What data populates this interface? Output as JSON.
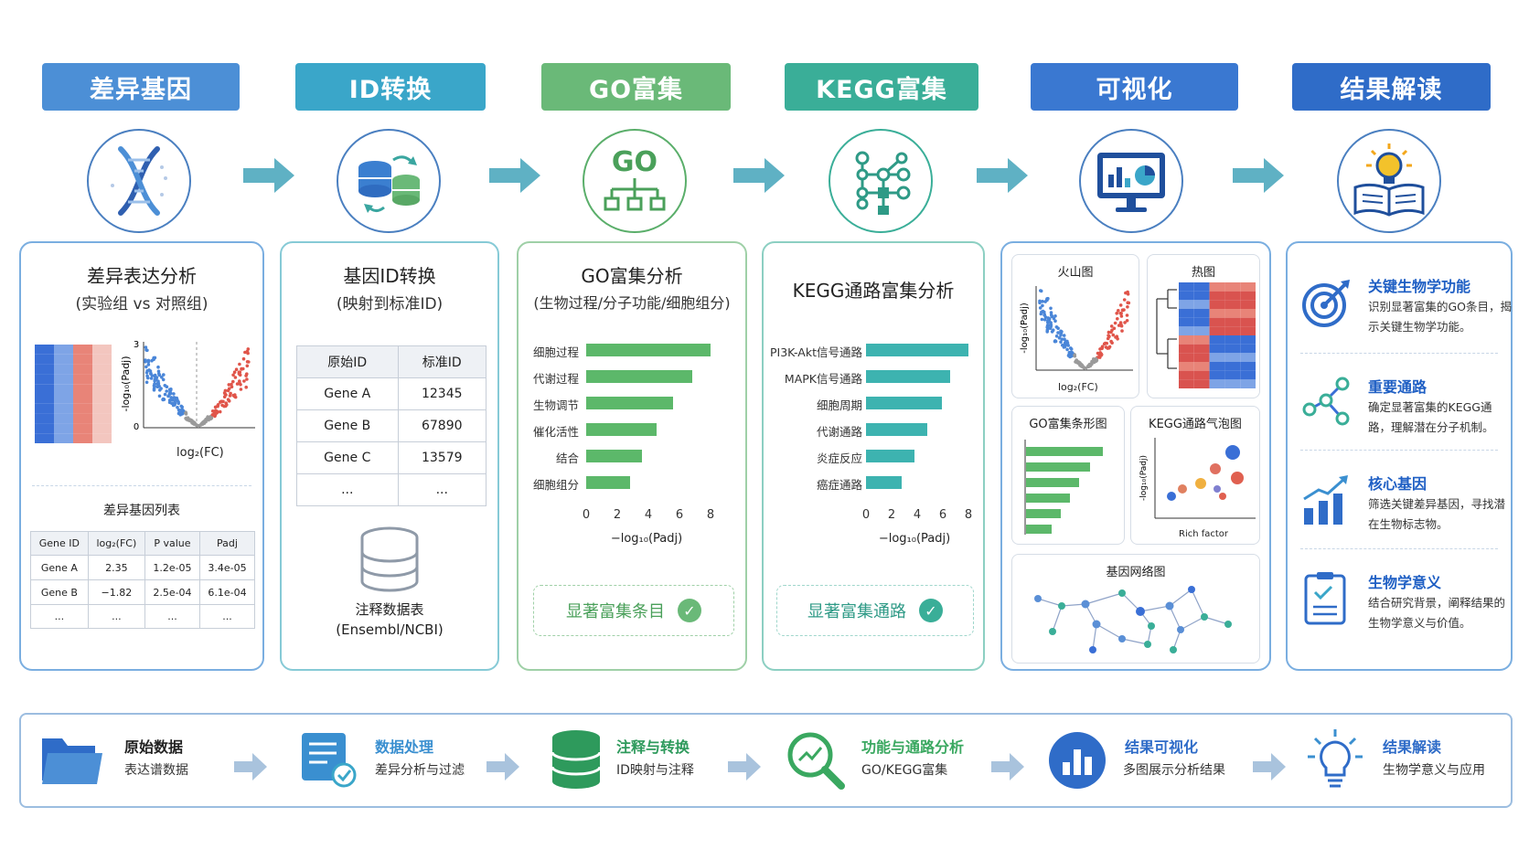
{
  "steps": [
    {
      "label": "差异基因",
      "color": "#4c8fd6"
    },
    {
      "label": "ID转换",
      "color": "#3aa6c9"
    },
    {
      "label": "GO富集",
      "color": "#6ab978"
    },
    {
      "label": "KEGG富集",
      "color": "#3aae98"
    },
    {
      "label": "可视化",
      "color": "#3a78d1"
    },
    {
      "label": "结果解读",
      "color": "#2f6cc8"
    }
  ],
  "icons": {
    "go_text": "GO"
  },
  "panel1": {
    "title": "差异表达分析",
    "subtitle": "(实验组 vs 对照组)",
    "volcano_xlabel": "log₂(FC)",
    "volcano_ylabel": "-log₁₀(Padj)",
    "volcano_y_ticks": [
      "3",
      "0"
    ],
    "table_title": "差异基因列表",
    "table_headers": [
      "Gene ID",
      "log₂(FC)",
      "P value",
      "Padj"
    ],
    "table_rows": [
      [
        "Gene A",
        "2.35",
        "1.2e-05",
        "3.4e-05"
      ],
      [
        "Gene B",
        "−1.82",
        "2.5e-04",
        "6.1e-04"
      ],
      [
        "...",
        "...",
        "...",
        "..."
      ]
    ]
  },
  "panel2": {
    "title": "基因ID转换",
    "subtitle": "(映射到标准ID)",
    "table_headers": [
      "原始ID",
      "标准ID"
    ],
    "table_rows": [
      [
        "Gene A",
        "12345"
      ],
      [
        "Gene B",
        "67890"
      ],
      [
        "Gene C",
        "13579"
      ],
      [
        "...",
        "..."
      ]
    ],
    "db_label_1": "注释数据表",
    "db_label_2": "(Ensembl/NCBI)"
  },
  "panel3": {
    "title": "GO富集分析",
    "subtitle": "(生物过程/分子功能/细胞组分)",
    "xlabel": "−log₁₀(Padj)",
    "sig_label": "显著富集条目"
  },
  "panel4": {
    "title": "KEGG通路富集分析",
    "xlabel": "−log₁₀(Padj)",
    "sig_label": "显著富集通路"
  },
  "panel5": {
    "volcano_title": "火山图",
    "volcano_xlabel": "log₂(FC)",
    "volcano_ylabel": "-log₁₀(Padj)",
    "heatmap_title": "热图",
    "gobar_title": "GO富集条形图",
    "bubble_title": "KEGG通路气泡图",
    "bubble_xlabel": "Rich factor",
    "bubble_ylabel": "-log₁₀(Padj)",
    "network_title": "基因网络图"
  },
  "panel6": {
    "items": [
      {
        "title": "关键生物学功能",
        "desc": "识别显著富集的GO条目，揭示关键生物学功能。"
      },
      {
        "title": "重要通路",
        "desc": "确定显著富集的KEGG通路，理解潜在分子机制。"
      },
      {
        "title": "核心基因",
        "desc": "筛选关键差异基因，寻找潜在生物标志物。"
      },
      {
        "title": "生物学意义",
        "desc": "结合研究背景，阐释结果的生物学意义与价值。"
      }
    ]
  },
  "bottom": [
    {
      "title": "原始数据",
      "desc": "表达谱数据",
      "color": "#222222"
    },
    {
      "title": "数据处理",
      "desc": "差异分析与过滤",
      "color": "#3a8fd0"
    },
    {
      "title": "注释与转换",
      "desc": "ID映射与注释",
      "color": "#2e9a5c"
    },
    {
      "title": "功能与通路分析",
      "desc": "GO/KEGG富集",
      "color": "#3aa860"
    },
    {
      "title": "结果可视化",
      "desc": "多图展示分析结果",
      "color": "#2f6cc8"
    },
    {
      "title": "结果解读",
      "desc": "生物学意义与应用",
      "color": "#2f6cc8"
    }
  ],
  "chart_data": [
    {
      "type": "bar",
      "orientation": "horizontal",
      "categories": [
        "细胞过程",
        "代谢过程",
        "生物调节",
        "催化活性",
        "结合",
        "细胞组分"
      ],
      "values": [
        8.0,
        6.8,
        5.6,
        4.5,
        3.6,
        2.8
      ],
      "xlabel": "−log₁₀(Padj)",
      "xlim": [
        0,
        8
      ],
      "x_ticks": [
        "0",
        "2",
        "4",
        "6",
        "8"
      ],
      "color": "#5cb86a"
    },
    {
      "type": "bar",
      "orientation": "horizontal",
      "categories": [
        "PI3K-Akt信号通路",
        "MAPK信号通路",
        "细胞周期",
        "代谢通路",
        "炎症反应",
        "癌症通路"
      ],
      "values": [
        8.0,
        6.6,
        5.9,
        4.8,
        3.8,
        2.8
      ],
      "xlabel": "−log₁₀(Padj)",
      "xlim": [
        0,
        8
      ],
      "x_ticks": [
        "0",
        "2",
        "4",
        "6",
        "8"
      ],
      "color": "#3db3b0"
    }
  ]
}
